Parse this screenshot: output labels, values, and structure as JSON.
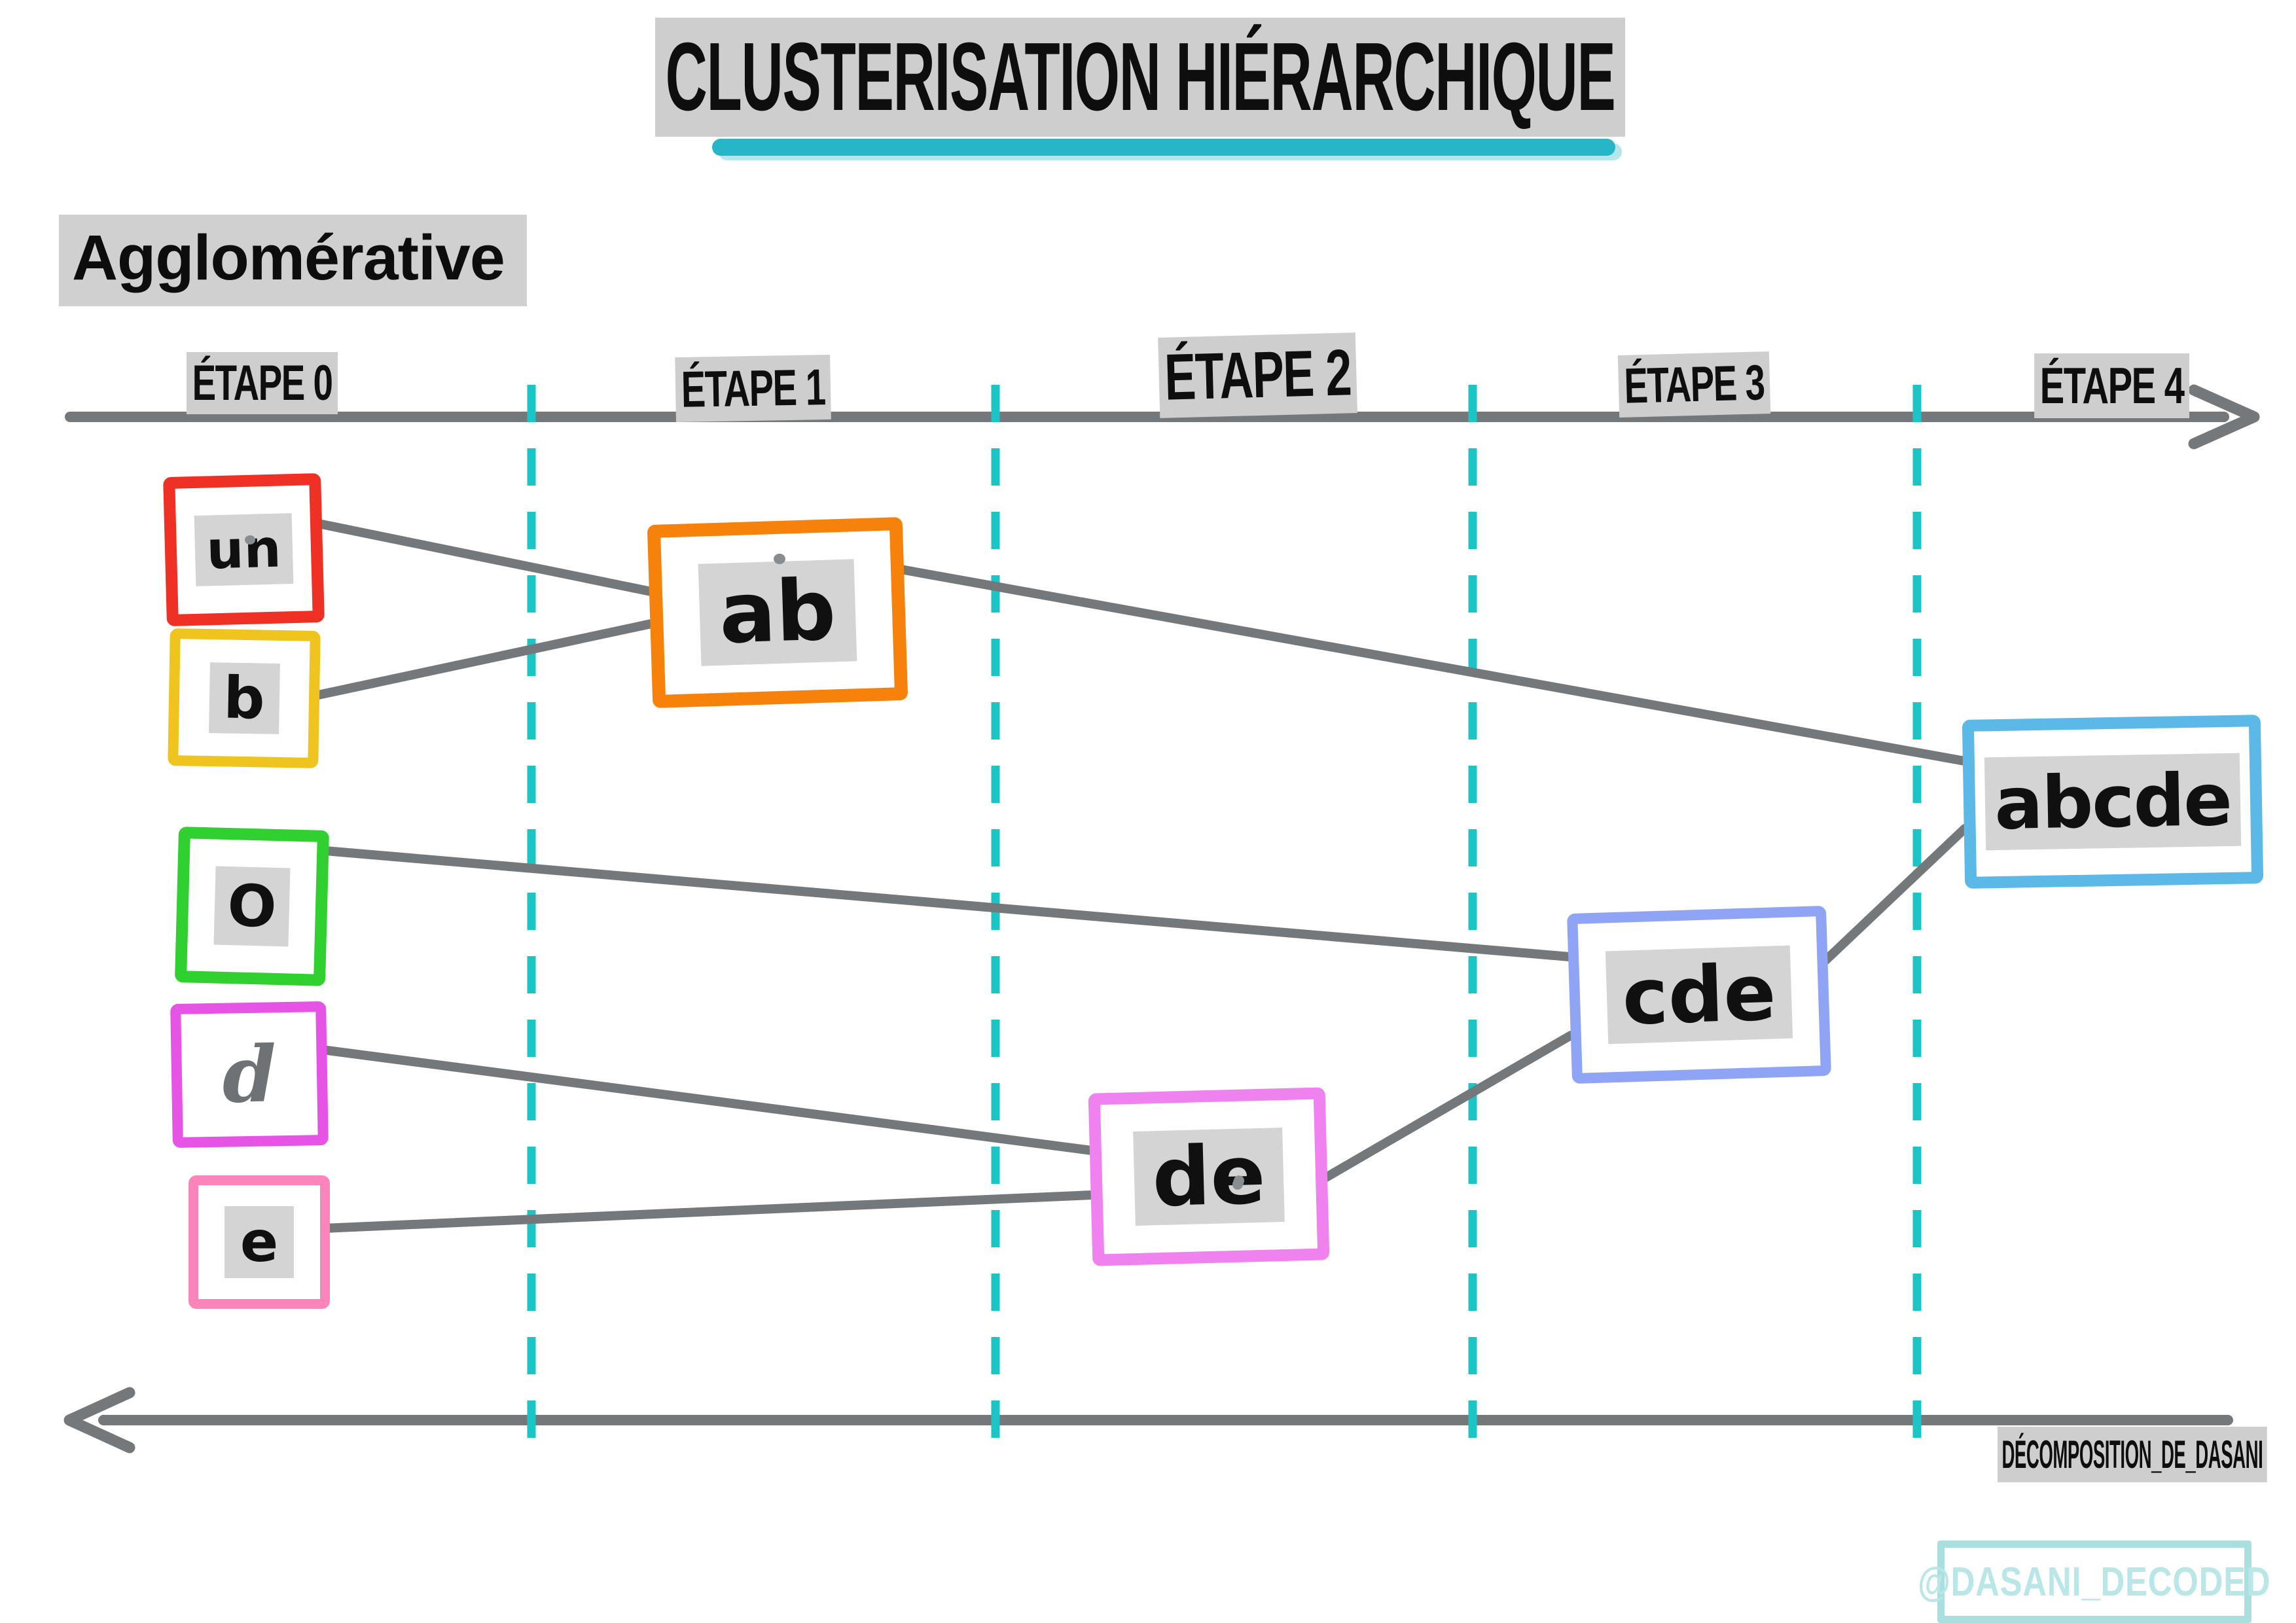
{
  "title": "CLUSTERISATION HIÉRARCHIQUE",
  "method_label": "Agglomérative",
  "timeline": {
    "stages": [
      "ÉTAPE 0",
      "ÉTAPE 1",
      "ÉTAPE 2",
      "ÉTAPE 3",
      "ÉTAPE 4"
    ],
    "direction_top": "right",
    "direction_bottom": "left"
  },
  "diagram": {
    "type": "hierarchical-clustering-timeline",
    "leaves": [
      {
        "label": "un",
        "box_color": "#ee3124"
      },
      {
        "label": "b",
        "box_color": "#f0c41e"
      },
      {
        "label": "O",
        "box_color": "#2fd02f"
      },
      {
        "label": "d",
        "box_color": "#e554e5"
      },
      {
        "label": "e",
        "box_color": "#fb85bb"
      }
    ],
    "merges": [
      {
        "label": "ab",
        "box_color": "#f6820c",
        "step": 1,
        "from": [
          "un",
          "b"
        ]
      },
      {
        "label": "de",
        "box_color": "#ef82ef",
        "step": 2,
        "from": [
          "d",
          "e"
        ]
      },
      {
        "label": "cde",
        "box_color": "#8fa4f4",
        "step": 3,
        "from": [
          "O",
          "de"
        ]
      },
      {
        "label": "abcde",
        "box_color": "#5cb8e6",
        "step": 4,
        "from": [
          "ab",
          "cde"
        ]
      }
    ]
  },
  "footer": {
    "caption": "DÉCOMPOSITION_DE_DASANI",
    "watermark": "@DASANI_DECODED"
  },
  "colors": {
    "dash_teal": "#1cc5c5",
    "underline_teal": "#27b6c7",
    "line_gray": "#75787b",
    "highlight_gray": "#d4d4d4"
  }
}
